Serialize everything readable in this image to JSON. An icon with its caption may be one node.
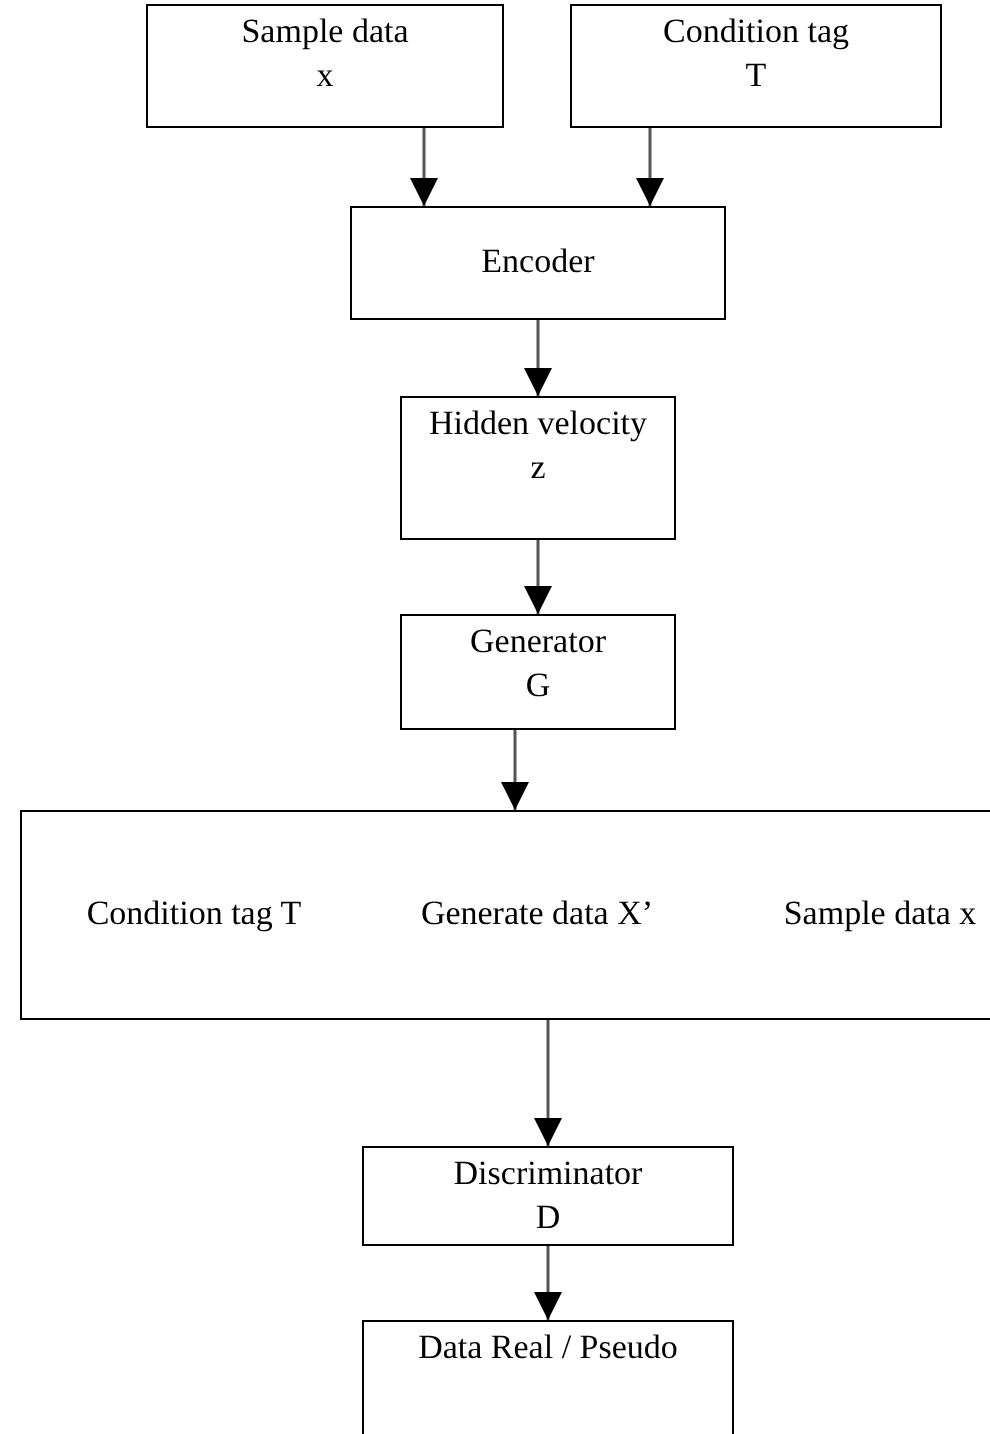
{
  "diagram": {
    "nodes": [
      {
        "text": [
          "Sample data",
          "x"
        ]
      },
      {
        "text": [
          "Condition tag",
          "T"
        ]
      },
      {
        "text": [
          "Encoder"
        ]
      },
      {
        "text": [
          "Hidden velocity",
          "z"
        ]
      },
      {
        "text": [
          "Generator",
          "G"
        ]
      },
      {
        "text": [
          "Condition tag T",
          "Generate data X’",
          "Sample data x"
        ]
      },
      {
        "text": [
          "Discriminator",
          "D"
        ]
      },
      {
        "text": [
          "Data Real / Pseudo"
        ]
      }
    ],
    "edges": [
      {
        "from": 0,
        "to": 2,
        "arrow": "to"
      },
      {
        "from": 1,
        "to": 2,
        "arrow": "to"
      },
      {
        "from": 2,
        "to": 3,
        "arrow": "to"
      },
      {
        "from": 3,
        "to": 4,
        "arrow": "to"
      },
      {
        "from": 4,
        "to": 5,
        "arrow": "to"
      },
      {
        "from": 5,
        "to": 6,
        "arrow": "to"
      },
      {
        "from": 6,
        "to": 7,
        "arrow": "to"
      }
    ]
  }
}
